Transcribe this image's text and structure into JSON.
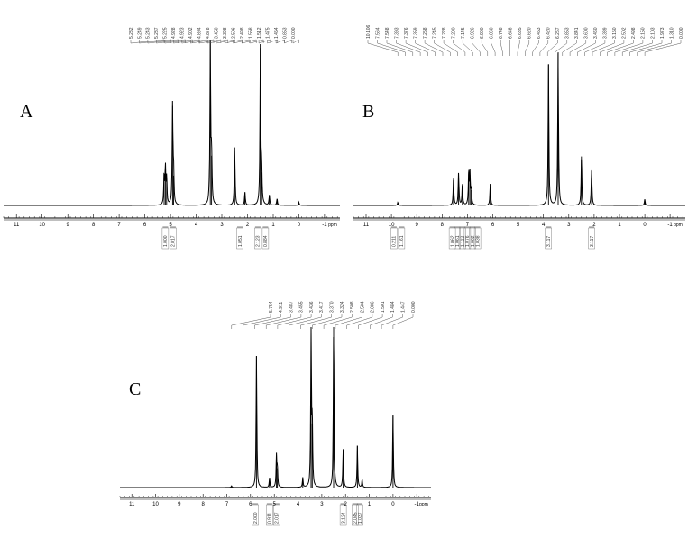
{
  "chart_data": [
    {
      "type": "line",
      "panel": "A",
      "xlabel": "ppm",
      "xlim": [
        11.5,
        -1.6
      ],
      "x_ticks": [
        11,
        10,
        9,
        8,
        7,
        6,
        5,
        4,
        3,
        2,
        1,
        0,
        -1
      ],
      "x_tick_labels": [
        "11",
        "10",
        "9",
        "8",
        "7",
        "6",
        "5",
        "4",
        "3",
        "2",
        "1",
        "0",
        "-1"
      ],
      "peaks": [
        {
          "x": 5.25,
          "y": 0.18
        },
        {
          "x": 5.2,
          "y": 0.22
        },
        {
          "x": 5.15,
          "y": 0.16
        },
        {
          "x": 4.92,
          "y": 0.6
        },
        {
          "x": 4.88,
          "y": 0.18
        },
        {
          "x": 3.45,
          "y": 1.0
        },
        {
          "x": 3.4,
          "y": 0.3
        },
        {
          "x": 2.5,
          "y": 0.35
        },
        {
          "x": 2.1,
          "y": 0.08
        },
        {
          "x": 1.5,
          "y": 0.95
        },
        {
          "x": 1.45,
          "y": 0.2
        },
        {
          "x": 1.15,
          "y": 0.06
        },
        {
          "x": 0.85,
          "y": 0.04
        },
        {
          "x": 0.0,
          "y": 0.02
        }
      ],
      "peak_labels": [
        "5.232",
        "5.249",
        "5.243",
        "5.237",
        "5.225",
        "4.928",
        "4.923",
        "4.902",
        "4.894",
        "4.878",
        "3.450",
        "3.398",
        "2.506",
        "2.498",
        "1.558",
        "1.512",
        "1.475",
        "1.454",
        "0.853",
        "0.000"
      ],
      "integrations": [
        {
          "x": 5.2,
          "label": "1.000"
        },
        {
          "x": 4.9,
          "label": "2.017"
        },
        {
          "x": 2.3,
          "label": "1.051"
        },
        {
          "x": 1.6,
          "label": "2.123"
        },
        {
          "x": 1.3,
          "label": "0.884"
        }
      ]
    },
    {
      "type": "line",
      "panel": "B",
      "xlabel": "ppm",
      "xlim": [
        11.5,
        -1.6
      ],
      "x_ticks": [
        11,
        10,
        9,
        8,
        7,
        6,
        5,
        4,
        3,
        2,
        1,
        0,
        -1
      ],
      "x_tick_labels": [
        "11",
        "10",
        "9",
        "8",
        "7",
        "6",
        "5",
        "4",
        "3",
        "2",
        "1",
        "0",
        "-1"
      ],
      "peaks": [
        {
          "x": 9.75,
          "y": 0.02
        },
        {
          "x": 7.55,
          "y": 0.18
        },
        {
          "x": 7.35,
          "y": 0.21
        },
        {
          "x": 7.2,
          "y": 0.14
        },
        {
          "x": 6.95,
          "y": 0.22
        },
        {
          "x": 6.9,
          "y": 0.2
        },
        {
          "x": 6.85,
          "y": 0.1
        },
        {
          "x": 6.1,
          "y": 0.14
        },
        {
          "x": 3.8,
          "y": 0.92
        },
        {
          "x": 3.42,
          "y": 1.0
        },
        {
          "x": 2.5,
          "y": 0.32
        },
        {
          "x": 2.1,
          "y": 0.23
        },
        {
          "x": 0.0,
          "y": 0.04
        }
      ],
      "peak_labels": [
        "10.106",
        "7.564",
        "7.548",
        "7.393",
        "7.376",
        "7.359",
        "7.258",
        "7.245",
        "7.228",
        "7.200",
        "7.145",
        "6.926",
        "6.900",
        "6.860",
        "6.748",
        "6.648",
        "6.635",
        "6.620",
        "6.453",
        "6.420",
        "6.267",
        "3.853",
        "3.841",
        "3.600",
        "3.460",
        "3.339",
        "3.150",
        "2.502",
        "2.498",
        "2.150",
        "2.103",
        "1.973",
        "1.310",
        "0.000"
      ],
      "integrations": [
        {
          "x": 9.9,
          "label": "0.211"
        },
        {
          "x": 9.6,
          "label": "1.161"
        },
        {
          "x": 7.6,
          "label": "1.062"
        },
        {
          "x": 7.4,
          "label": "1.061"
        },
        {
          "x": 7.2,
          "label": "1.112"
        },
        {
          "x": 7.0,
          "label": "1.076"
        },
        {
          "x": 6.8,
          "label": "1.062"
        },
        {
          "x": 6.6,
          "label": "1.038"
        },
        {
          "x": 3.8,
          "label": "3.117"
        },
        {
          "x": 2.1,
          "label": "3.117"
        }
      ]
    },
    {
      "type": "line",
      "panel": "C",
      "xlabel": "ppm",
      "xlim": [
        11.5,
        -1.6
      ],
      "x_ticks": [
        11,
        10,
        9,
        8,
        7,
        6,
        5,
        4,
        3,
        2,
        1,
        0,
        -1
      ],
      "x_tick_labels": [
        "11",
        "10",
        "9",
        "8",
        "7",
        "6",
        "5",
        "4",
        "3",
        "2",
        "1",
        "0",
        "-1"
      ],
      "peaks": [
        {
          "x": 6.8,
          "y": 0.01
        },
        {
          "x": 5.75,
          "y": 0.82
        },
        {
          "x": 5.2,
          "y": 0.06
        },
        {
          "x": 4.91,
          "y": 0.2
        },
        {
          "x": 4.87,
          "y": 0.12
        },
        {
          "x": 3.8,
          "y": 0.06
        },
        {
          "x": 3.45,
          "y": 1.0
        },
        {
          "x": 3.4,
          "y": 0.4
        },
        {
          "x": 2.5,
          "y": 1.0
        },
        {
          "x": 2.1,
          "y": 0.24
        },
        {
          "x": 1.5,
          "y": 0.26
        },
        {
          "x": 1.3,
          "y": 0.05
        },
        {
          "x": 0.0,
          "y": 0.45
        }
      ],
      "peak_labels": [
        "5.754",
        "4.911",
        "3.487",
        "3.455",
        "3.436",
        "3.417",
        "3.370",
        "3.324",
        "2.508",
        "2.504",
        "2.086",
        "1.501",
        "1.484",
        "1.447",
        "0.000"
      ],
      "integrations": [
        {
          "x": 5.8,
          "label": "2.000"
        },
        {
          "x": 5.2,
          "label": "0.911"
        },
        {
          "x": 4.9,
          "label": "2.017"
        },
        {
          "x": 2.1,
          "label": "3.124"
        },
        {
          "x": 1.6,
          "label": "2.045"
        },
        {
          "x": 1.4,
          "label": "1.037"
        }
      ]
    }
  ],
  "colors": {
    "trace": "#000000",
    "label_text": "#333333",
    "background": "#ffffff"
  }
}
